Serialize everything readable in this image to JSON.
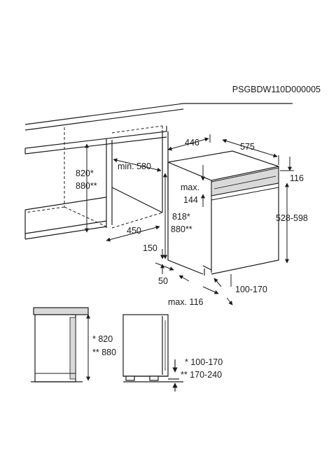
{
  "header": {
    "code": "PSGBDW110D000005"
  },
  "top": {
    "labels": {
      "w446": "446",
      "d575": "575",
      "h820": "820*",
      "h880": "880**",
      "min580": "min. 580",
      "max": "max.",
      "v144": "144",
      "v116": "116",
      "v528": "528-598",
      "v818": "818*",
      "v880b": "880**",
      "d450": "450",
      "v150": "150",
      "v50": "50",
      "v100": "100-170",
      "max116": "max. 116"
    }
  },
  "bottom": {
    "labels": {
      "s820": "* 820",
      "s880": "** 880",
      "s100": "* 100-170",
      "s170": "** 170-240"
    }
  },
  "colors": {
    "line": "#1a1a1a",
    "fill": "#d9d9d9",
    "white": "#ffffff"
  }
}
